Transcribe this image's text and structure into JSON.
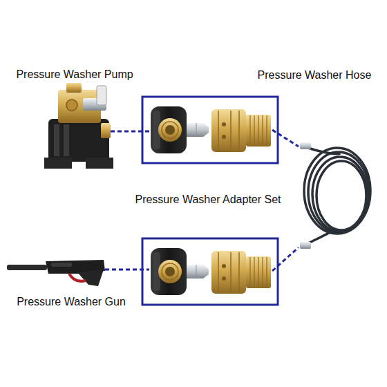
{
  "diagram": {
    "nodes": [
      {
        "text": [
          "Pressure Washer Pump"
        ]
      },
      {
        "text": [
          "Pressure Washer Hose"
        ]
      },
      {
        "text": [
          "Pressure Washer Gun"
        ]
      }
    ],
    "labels": [
      "Pressure Washer Adapter Set"
    ]
  }
}
